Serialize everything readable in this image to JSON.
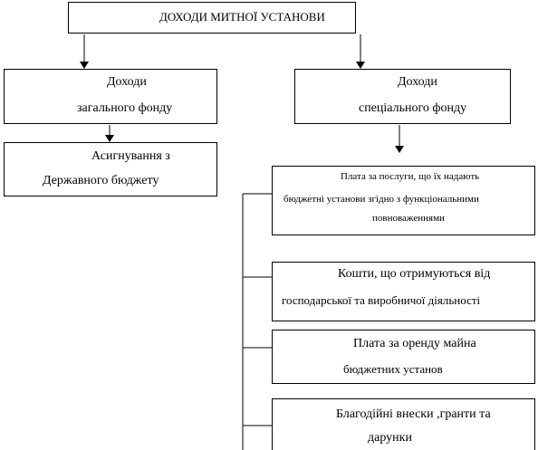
{
  "diagram": {
    "root": {
      "title": "ДОХОДИ МИТНОЇ УСТАНОВИ"
    },
    "general_fund": {
      "line1": "Доходи",
      "line2": "загального фонду"
    },
    "special_fund": {
      "line1": "Доходи",
      "line2": "спеціального фонду"
    },
    "assignment": {
      "line1": "Асигнування з",
      "line2": "Державного бюджету"
    },
    "special_items": [
      {
        "line1": "Плата за послуги, що їх надають",
        "line2": "бюджетні установи згідно з функціональними",
        "line3": "повноваженнями"
      },
      {
        "line1": "Кошти, що отримуються від",
        "line2": "господарської та виробничої діяльності"
      },
      {
        "line1": "Плата за оренду майна",
        "line2": "бюджетних установ"
      },
      {
        "line1": "Благодійні внески ,гранти та",
        "line2": "дарунки"
      }
    ]
  }
}
